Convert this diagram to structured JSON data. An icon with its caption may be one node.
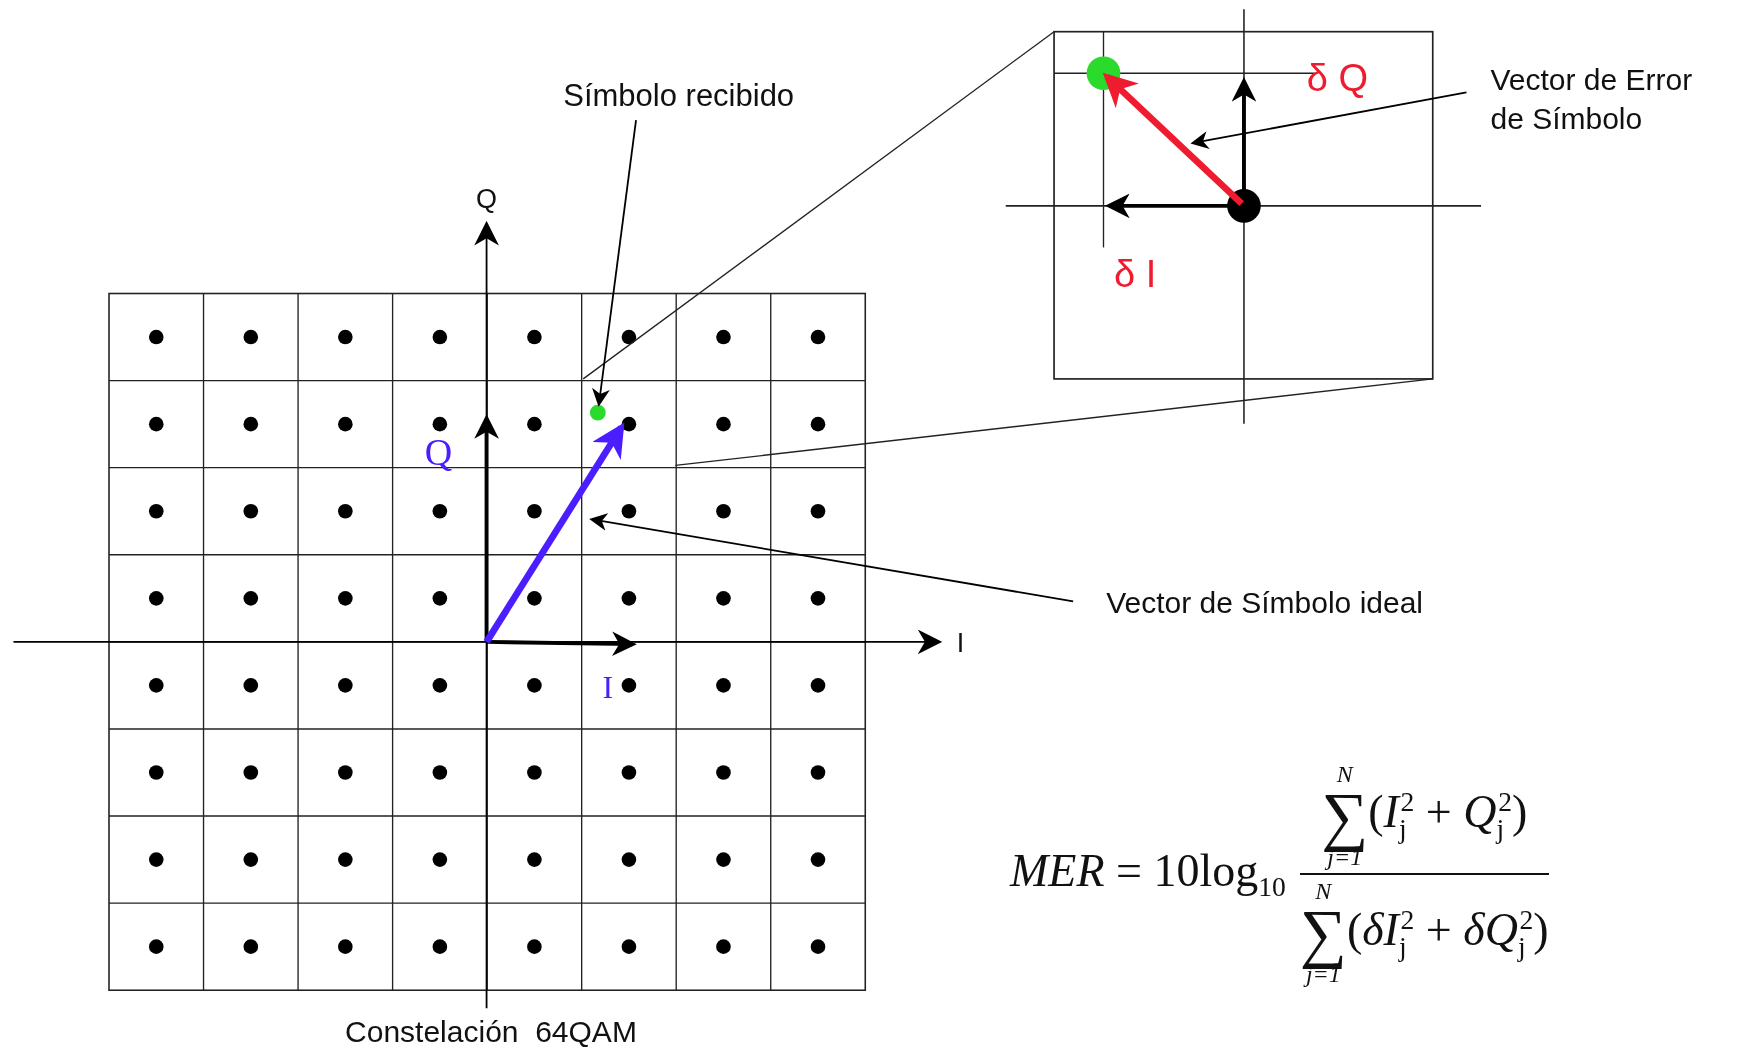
{
  "diagram": {
    "caption": "Constelación  64QAM",
    "nodes": [
      {
        "text": [
          "Símbolo recibido"
        ]
      },
      {
        "text": [],
        "shape": "circle"
      },
      {
        "text": [
          "Vector de Error de Símbolo"
        ]
      },
      {
        "text": [
          "Vector de Símbolo ideal"
        ]
      },
      {
        "text": [],
        "shape": "arrow"
      },
      {
        "text": [],
        "shape": "arrow"
      }
    ],
    "edges": [
      {
        "from": 0,
        "to": 1,
        "arrow": "to"
      },
      {
        "from": 2,
        "to": 4,
        "arrow": "to"
      },
      {
        "from": 3,
        "to": 5,
        "arrow": "to"
      }
    ],
    "labels": [
      "δ Q",
      "Q",
      "δ I",
      "Q",
      "I",
      "I",
      "*MER* = 10log$_{10}$",
      "N",
      "∑",
      "j=1",
      "(*I*$_{j}$$^{2}$ + *Q*$_{j}$$^{2}$)",
      "N",
      "∑",
      "j=1",
      "(*δI*$_{j}$$^{2}$ + *δQ*$_{j}$$^{2}$)"
    ]
  }
}
